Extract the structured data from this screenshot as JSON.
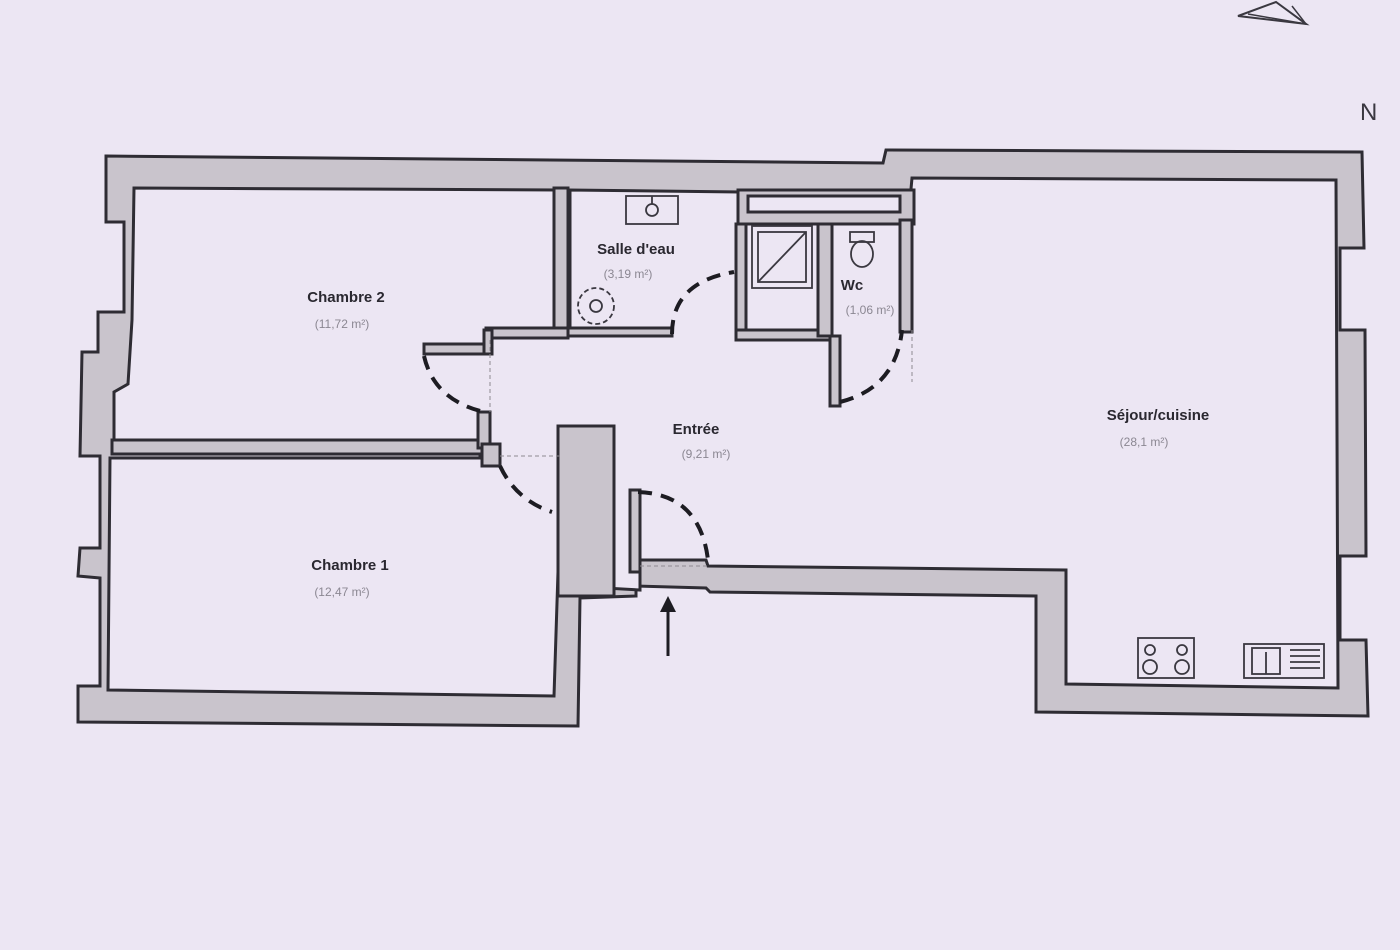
{
  "compass": {
    "label": "N"
  },
  "rooms": [
    {
      "id": "chambre2",
      "name": "Chambre 2",
      "area": "(11,72 m²)"
    },
    {
      "id": "salle_eau",
      "name": "Salle d'eau",
      "area": "(3,19 m²)"
    },
    {
      "id": "wc",
      "name": "Wc",
      "area": "(1,06 m²)"
    },
    {
      "id": "entree",
      "name": "Entrée",
      "area": "(9,21 m²)"
    },
    {
      "id": "sejour",
      "name": "Séjour/cuisine",
      "area": "(28,1 m²)"
    },
    {
      "id": "chambre1",
      "name": "Chambre 1",
      "area": "(12,47 m²)"
    }
  ],
  "colors": {
    "paper": "#ece6f3",
    "wall_fill": "#c9c4cc",
    "line": "#2e2c33"
  }
}
